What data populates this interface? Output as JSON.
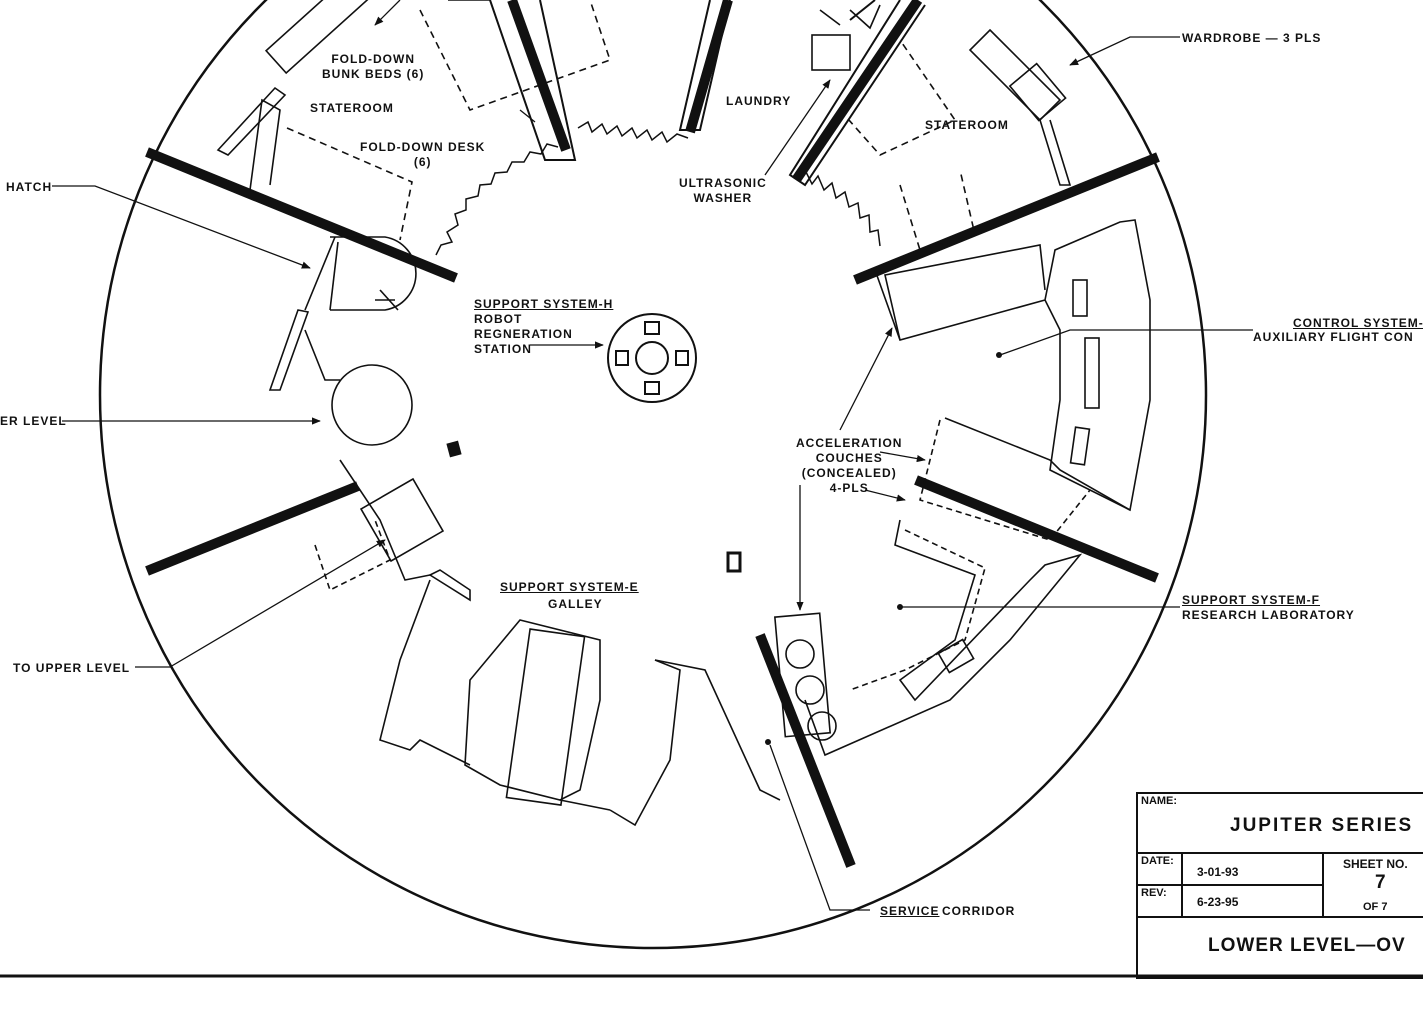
{
  "labels": {
    "fold_down_bunk_beds": "FOLD-DOWN\nBUNK BEDS (6)",
    "stateroom_left": "STATEROOM",
    "fold_down_desk": "FOLD-DOWN DESK\n(6)",
    "laundry": "LAUNDRY",
    "ultrasonic_washer": "ULTRASONIC\nWASHER",
    "stateroom_right": "STATEROOM",
    "wardrobe": "WARDROBE — 3 PLS",
    "hatch": "HATCH",
    "support_h_title": "SUPPORT SYSTEM-H",
    "support_h_desc": "ROBOT\nREGNERATION\nSTATION",
    "control_title": "CONTROL SYSTEM-",
    "control_desc": "AUXILIARY FLIGHT CON",
    "lower_level_left": "ER LEVEL",
    "acceleration_couches": "ACCELERATION\nCOUCHES\n(CONCEALED)\n4-PLS",
    "to_upper_level": "TO UPPER LEVEL",
    "support_e_title": "SUPPORT SYSTEM-E",
    "support_e_desc": "GALLEY",
    "support_f_title": "SUPPORT SYSTEM-F",
    "support_f_desc": "RESEARCH LABORATORY",
    "service_corridor_a": "SERVICE",
    "service_corridor_b": "CORRIDOR"
  },
  "title_block": {
    "name_label": "NAME:",
    "name_value": "JUPITER SERIES",
    "date_label": "DATE:",
    "date_value": "3-01-93",
    "rev_label": "REV:",
    "rev_value": "6-23-95",
    "sheet_label": "SHEET NO.",
    "sheet_value": "7",
    "of_label": "OF 7",
    "drawing_title": "LOWER LEVEL—OV"
  }
}
